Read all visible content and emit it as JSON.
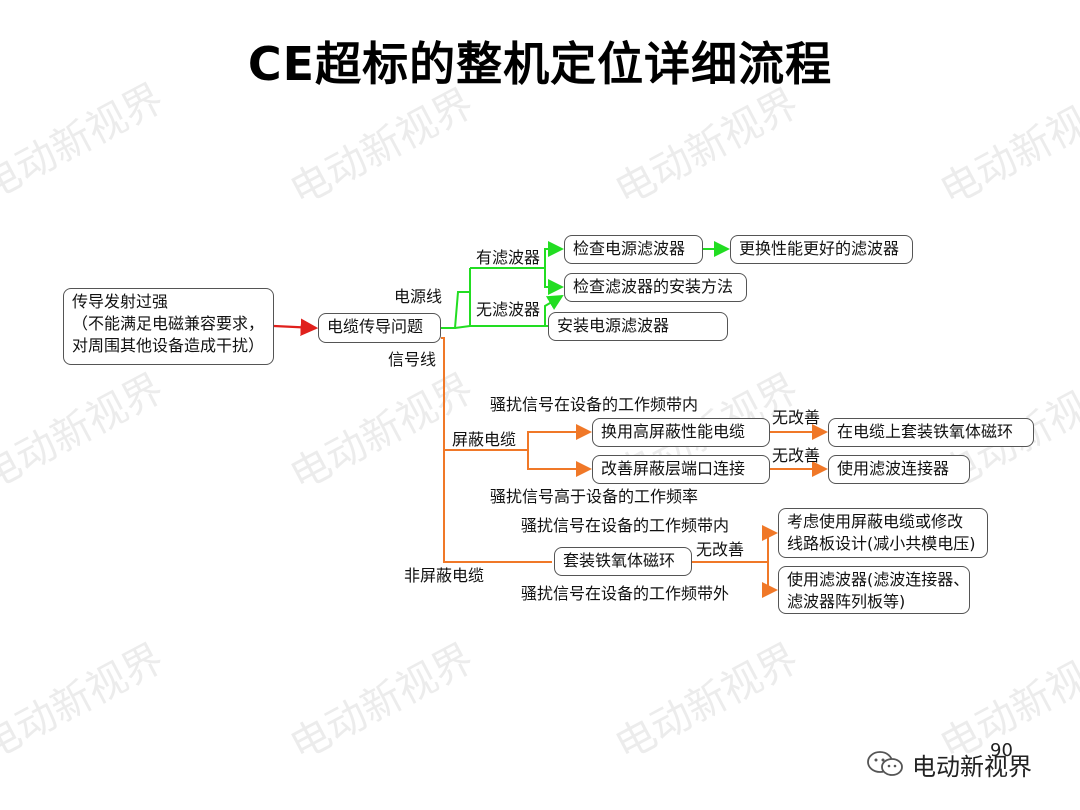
{
  "title": "CE超标的整机定位详细流程",
  "watermark": "电动新视界",
  "footer": {
    "brand": "电动新视界",
    "page": "90"
  },
  "colors": {
    "red": "#e0201c",
    "green": "#22dd22",
    "orange": "#f07828"
  },
  "nodes": {
    "root": [
      "传导发射过强",
      "（不能满足电磁兼容要求，",
      "对周围其他设备造成干扰）"
    ],
    "cable": "电缆传导问题",
    "check_filter": "检查电源滤波器",
    "replace_filter": "更换性能更好的滤波器",
    "check_install": "检查滤波器的安装方法",
    "install_filter": "安装电源滤波器",
    "high_shield_cable": "换用高屏蔽性能电缆",
    "ferrite_on_cable": "在电缆上套装铁氧体磁环",
    "improve_shield": "改善屏蔽层端口连接",
    "filter_connector": "使用滤波连接器",
    "ferrite_ring": "套装铁氧体磁环",
    "shield_or_pcb": [
      "考虑使用屏蔽电缆或修改",
      "线路板设计(减小共模电压)"
    ],
    "filter_devices": [
      "使用滤波器(滤波连接器、",
      "滤波器阵列板等)"
    ]
  },
  "labels": {
    "power_line": "电源线",
    "has_filter": "有滤波器",
    "no_filter": "无滤波器",
    "signal_line": "信号线",
    "in_band_1": "骚扰信号在设备的工作频带内",
    "shielded_cable": "屏蔽电缆",
    "no_improve_1": "无改善",
    "no_improve_2": "无改善",
    "above_freq": "骚扰信号高于设备的工作频率",
    "in_band_2": "骚扰信号在设备的工作频带内",
    "no_improve_3": "无改善",
    "unshielded_cable": "非屏蔽电缆",
    "out_band": "骚扰信号在设备的工作频带外"
  }
}
